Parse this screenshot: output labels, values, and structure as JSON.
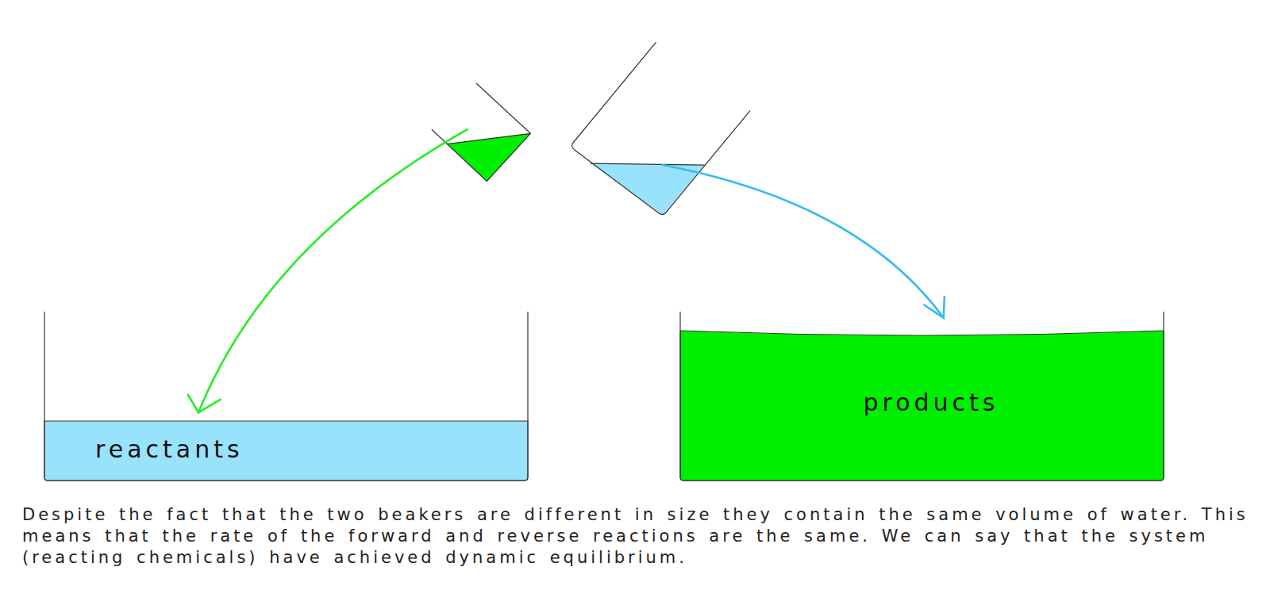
{
  "diagram": {
    "caption": "Despite the fact that the two beakers are different in size they contain the same volume of water. This means that the rate of the forward and reverse reactions are the same. We can say that the system (reacting chemicals) have achieved dynamic equilibrium.",
    "nodes": [
      {
        "text": [
          "reactants"
        ]
      },
      {
        "text": [
          "products"
        ]
      }
    ]
  }
}
